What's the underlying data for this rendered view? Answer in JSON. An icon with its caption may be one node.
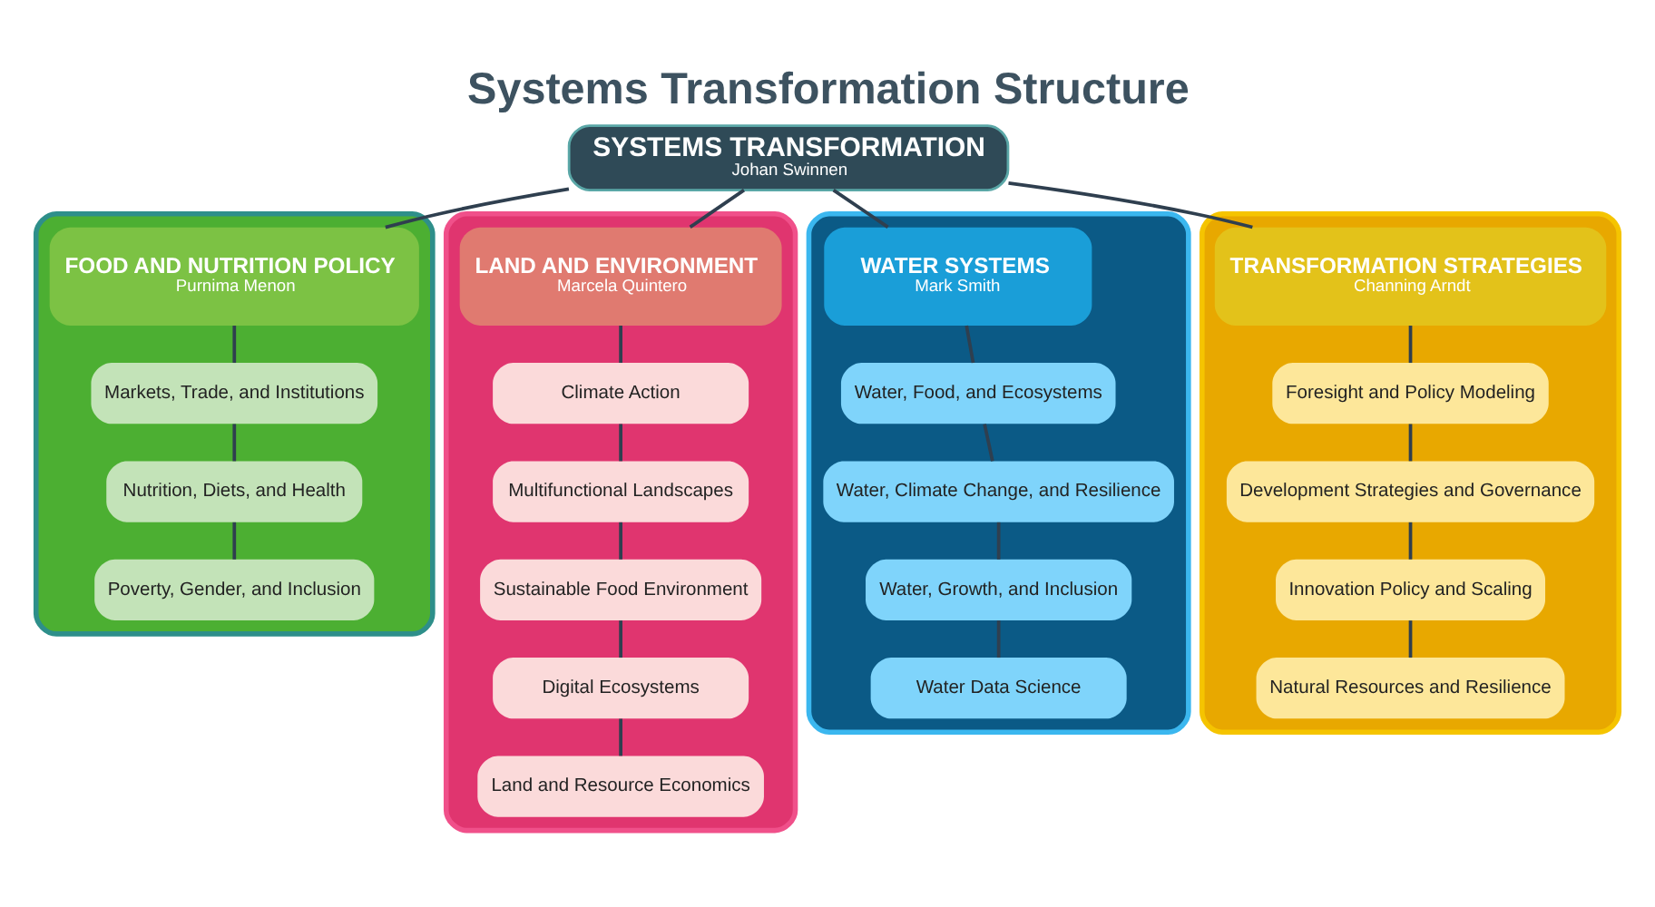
{
  "diagram": {
    "title": "Systems Transformation Structure",
    "nodes": [
      {
        "text": [
          "SYSTEMS TRANSFORMATION",
          "Johan Swinnen"
        ]
      },
      {
        "text": [],
        "shape": "box"
      },
      {
        "text": [
          "FOOD AND NUTRITION POLICY",
          "Purnima Menon"
        ],
        "in": 1
      },
      {
        "text": [
          "Markets, Trade, and Institutions"
        ],
        "in": 1
      },
      {
        "text": [
          "Nutrition, Diets, and Health"
        ],
        "in": 1
      },
      {
        "text": [
          "Poverty, Gender, and Inclusion"
        ],
        "in": 1
      },
      {
        "text": [],
        "shape": "box"
      },
      {
        "text": [
          "LAND AND ENVIRONMENT",
          "Marcela Quintero"
        ],
        "in": 6
      },
      {
        "text": [
          "Climate Action"
        ],
        "in": 6
      },
      {
        "text": [
          "Multifunctional Landscapes"
        ],
        "in": 6
      },
      {
        "text": [
          "Sustainable Food Environment"
        ],
        "in": 6
      },
      {
        "text": [
          "Digital Ecosystems"
        ],
        "in": 6
      },
      {
        "text": [
          "Land and Resource Economics"
        ],
        "in": 6
      },
      {
        "text": [],
        "shape": "box"
      },
      {
        "text": [
          "WATER SYSTEMS",
          "Mark Smith"
        ],
        "in": 13
      },
      {
        "text": [
          "Water, Food, and Ecosystems"
        ],
        "in": 13
      },
      {
        "text": [
          "Water, Climate Change, and Resilience"
        ],
        "in": 13
      },
      {
        "text": [
          "Water, Growth, and Inclusion"
        ],
        "in": 13
      },
      {
        "text": [
          "Water Data Science"
        ],
        "in": 13
      },
      {
        "text": [],
        "shape": "box"
      },
      {
        "text": [
          "TRANSFORMATION STRATEGIES",
          "Channing Arndt"
        ],
        "in": 19
      },
      {
        "text": [
          "Foresight and Policy Modeling"
        ],
        "in": 19
      },
      {
        "text": [
          "Development Strategies and Governance"
        ],
        "in": 19
      },
      {
        "text": [
          "Innovation Policy and Scaling"
        ],
        "in": 19
      },
      {
        "text": [
          "Natural Resources and Resilience"
        ],
        "in": 19
      }
    ],
    "edges": [
      {
        "from": 0,
        "to": 2,
        "arrow": "none"
      },
      {
        "from": 0,
        "to": 7,
        "arrow": "none"
      },
      {
        "from": 0,
        "to": 14,
        "arrow": "none"
      },
      {
        "from": 0,
        "to": 20,
        "arrow": "none"
      },
      {
        "from": 2,
        "to": 3,
        "arrow": "none"
      },
      {
        "from": 3,
        "to": 4,
        "arrow": "none"
      },
      {
        "from": 4,
        "to": 5,
        "arrow": "none"
      },
      {
        "from": 7,
        "to": 8,
        "arrow": "none"
      },
      {
        "from": 8,
        "to": 9,
        "arrow": "none"
      },
      {
        "from": 9,
        "to": 10,
        "arrow": "none"
      },
      {
        "from": 10,
        "to": 11,
        "arrow": "none"
      },
      {
        "from": 11,
        "to": 12,
        "arrow": "none"
      },
      {
        "from": 14,
        "to": 15,
        "arrow": "none"
      },
      {
        "from": 15,
        "to": 16,
        "arrow": "none"
      },
      {
        "from": 16,
        "to": 17,
        "arrow": "none"
      },
      {
        "from": 17,
        "to": 18,
        "arrow": "none"
      },
      {
        "from": 20,
        "to": 21,
        "arrow": "none"
      },
      {
        "from": 21,
        "to": 22,
        "arrow": "none"
      },
      {
        "from": 22,
        "to": 23,
        "arrow": "none"
      },
      {
        "from": 23,
        "to": 24,
        "arrow": "none"
      }
    ]
  }
}
